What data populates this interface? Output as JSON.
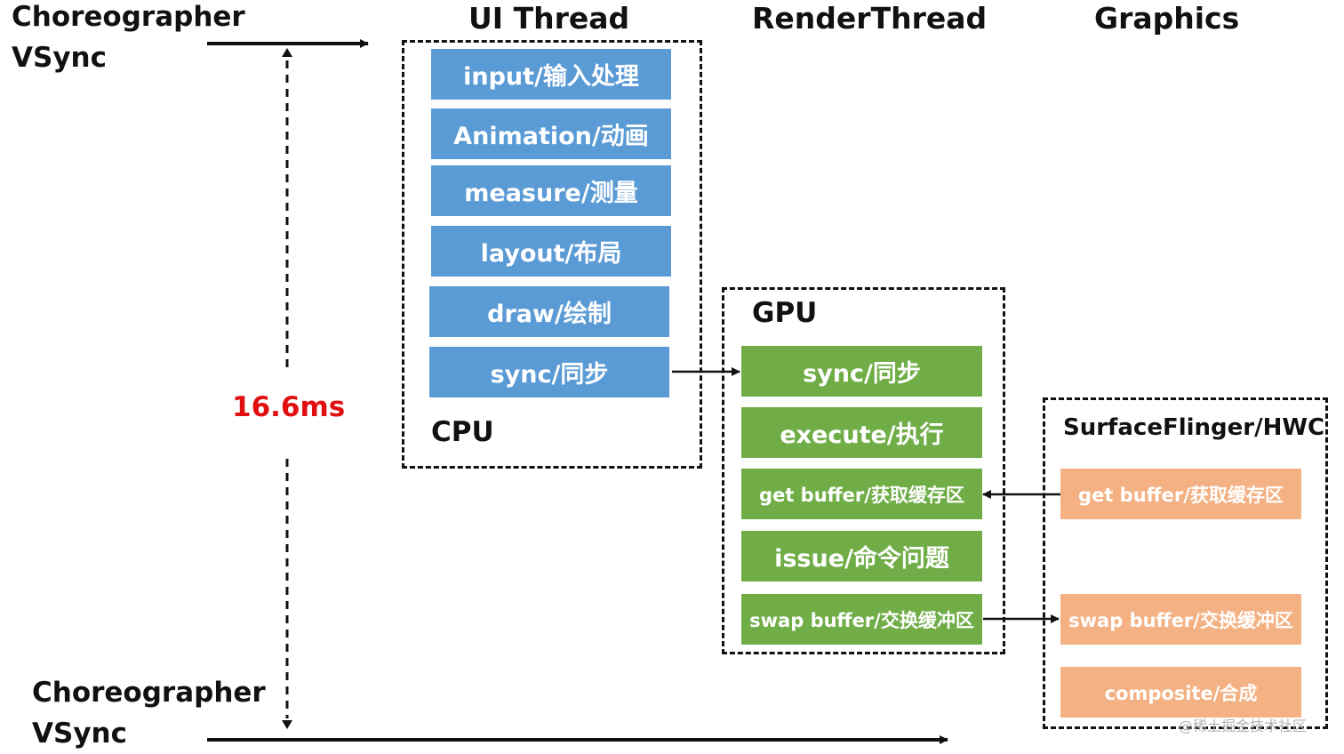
{
  "columns": {
    "ui_thread": "UI Thread",
    "render_thread": "RenderThread",
    "graphics": "Graphics"
  },
  "vsync_top": {
    "line1": "Choreographer",
    "line2": "VSync"
  },
  "vsync_bottom": {
    "line1": "Choreographer",
    "line2": "VSync"
  },
  "frame_duration": "16.6ms",
  "cpu": {
    "title": "CPU",
    "steps": [
      "input/输入处理",
      "Animation/动画",
      "measure/测量",
      "layout/布局",
      "draw/绘制",
      "sync/同步"
    ]
  },
  "gpu": {
    "title": "GPU",
    "steps": [
      "sync/同步",
      "execute/执行",
      "get buffer/获取缓存区",
      "issue/命令问题",
      "swap buffer/交换缓冲区"
    ]
  },
  "surfaceflinger": {
    "title": "SurfaceFlinger/HWC",
    "steps": [
      "get buffer/获取缓存区",
      "swap buffer/交换缓冲区",
      "composite/合成"
    ]
  },
  "watermark": "@稀土掘金技术社区",
  "colors": {
    "cpu_step": "#5b9bd5",
    "gpu_step": "#70ad47",
    "surfaceflinger_step": "#f4b183",
    "duration_text": "#e01010",
    "line": "#111111"
  }
}
